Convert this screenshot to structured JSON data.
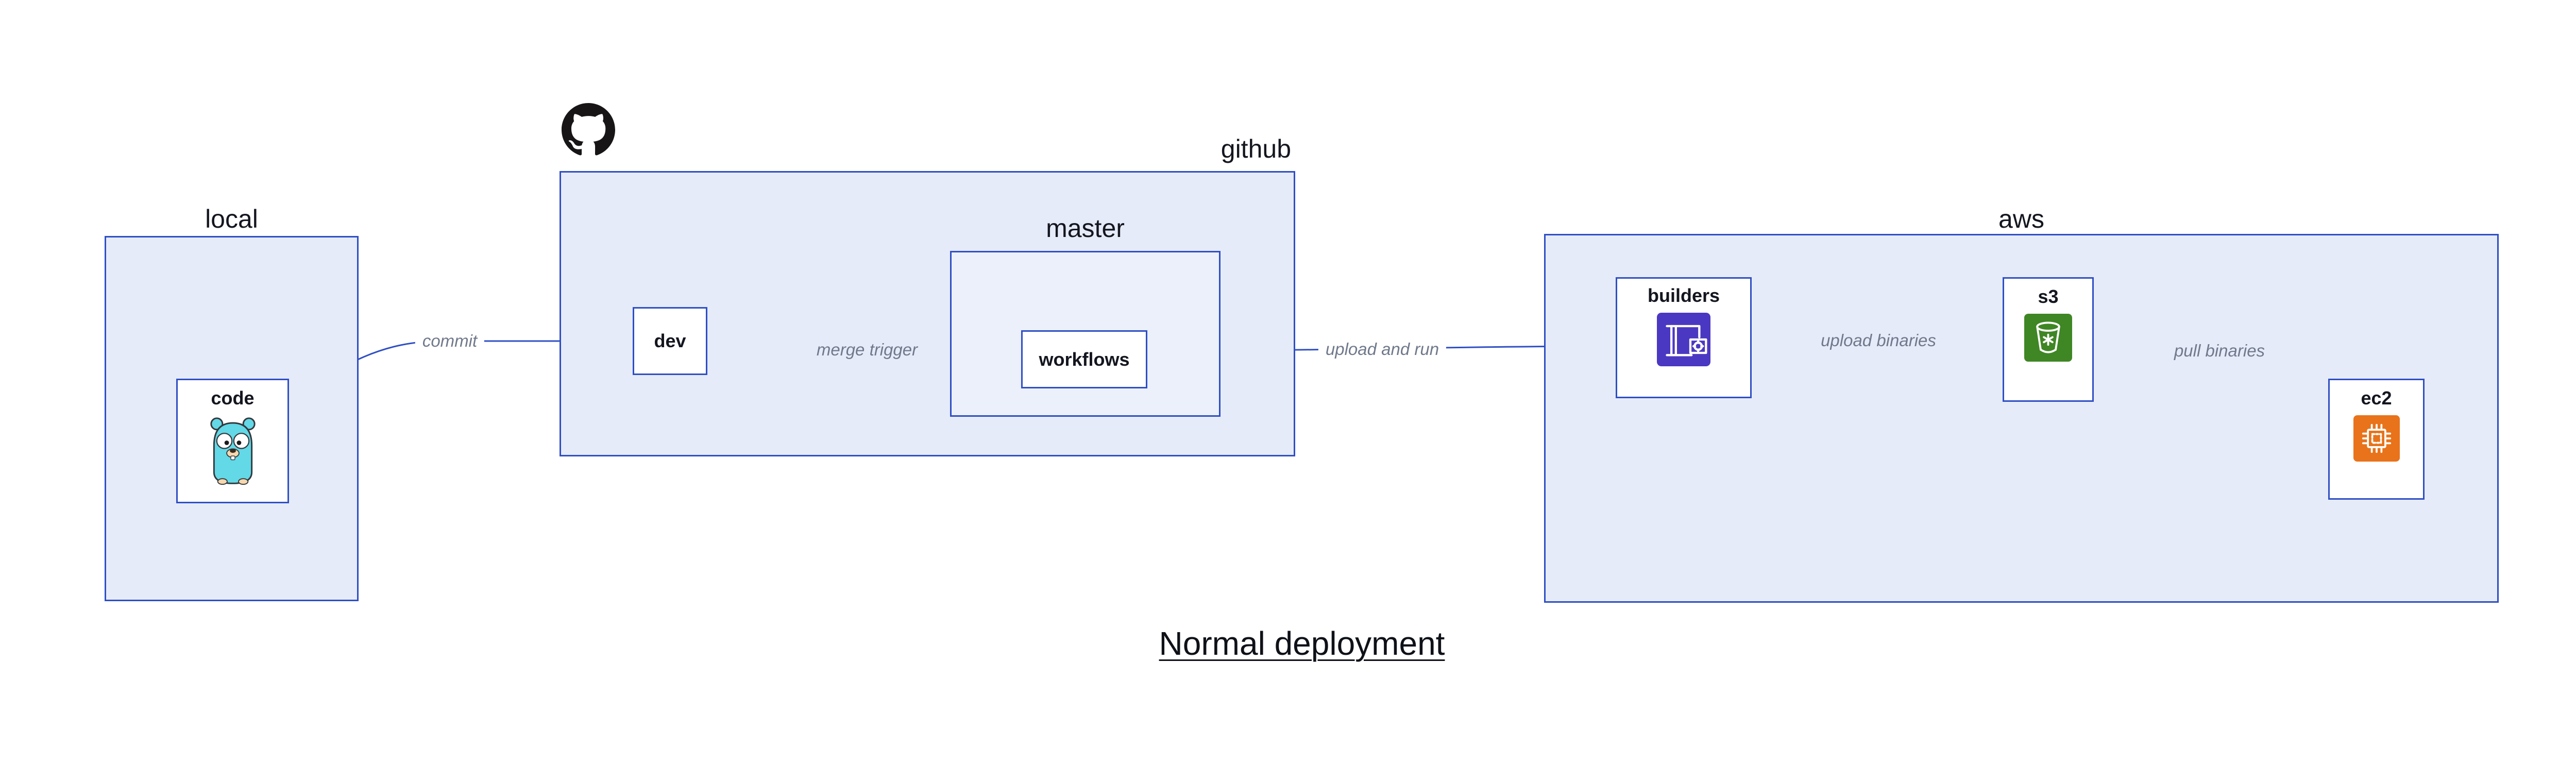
{
  "title": {
    "text": "Normal deployment"
  },
  "groups": {
    "local": {
      "label": "local"
    },
    "github": {
      "label": "github"
    },
    "master": {
      "label": "master"
    },
    "aws": {
      "label": "aws"
    }
  },
  "nodes": {
    "code": {
      "label": "code",
      "icon": "gopher-icon"
    },
    "dev": {
      "label": "dev"
    },
    "workflows": {
      "label": "workflows"
    },
    "builders": {
      "label": "builders",
      "icon": "codebuild-crane-icon"
    },
    "s3": {
      "label": "s3",
      "icon": "s3-bucket-icon"
    },
    "ec2": {
      "label": "ec2",
      "icon": "ec2-chip-icon"
    }
  },
  "edges": [
    {
      "id": "commit",
      "label": "commit",
      "from": "code",
      "to": "dev"
    },
    {
      "id": "merge-trigger",
      "label": "merge trigger",
      "from": "dev",
      "to": "workflows"
    },
    {
      "id": "upload-and-run",
      "label": "upload and run",
      "from": "master",
      "to": "builders"
    },
    {
      "id": "upload-binaries",
      "label": "upload binaries",
      "from": "builders",
      "to": "s3"
    },
    {
      "id": "pull-binaries",
      "label": "pull binaries",
      "from": "s3",
      "to": "ec2"
    }
  ],
  "icons": {
    "github": "github-octocat-icon",
    "code": "gopher-icon",
    "builders": "codebuild-crane-icon",
    "s3": "s3-bucket-icon",
    "ec2": "ec2-chip-icon"
  },
  "colors": {
    "box_border": "#2f4fc5",
    "arrow": "#2f4fc5",
    "group_fill": "#e6ebf9",
    "master_fill": "#ecf0fa",
    "node_fill": "#ffffff",
    "edge_label": "#70798b",
    "github_logo": "#171516",
    "gopher": "#63d8e6",
    "codebuild": "#4b38c2",
    "s3": "#3f8624",
    "ec2": "#e8731a"
  }
}
